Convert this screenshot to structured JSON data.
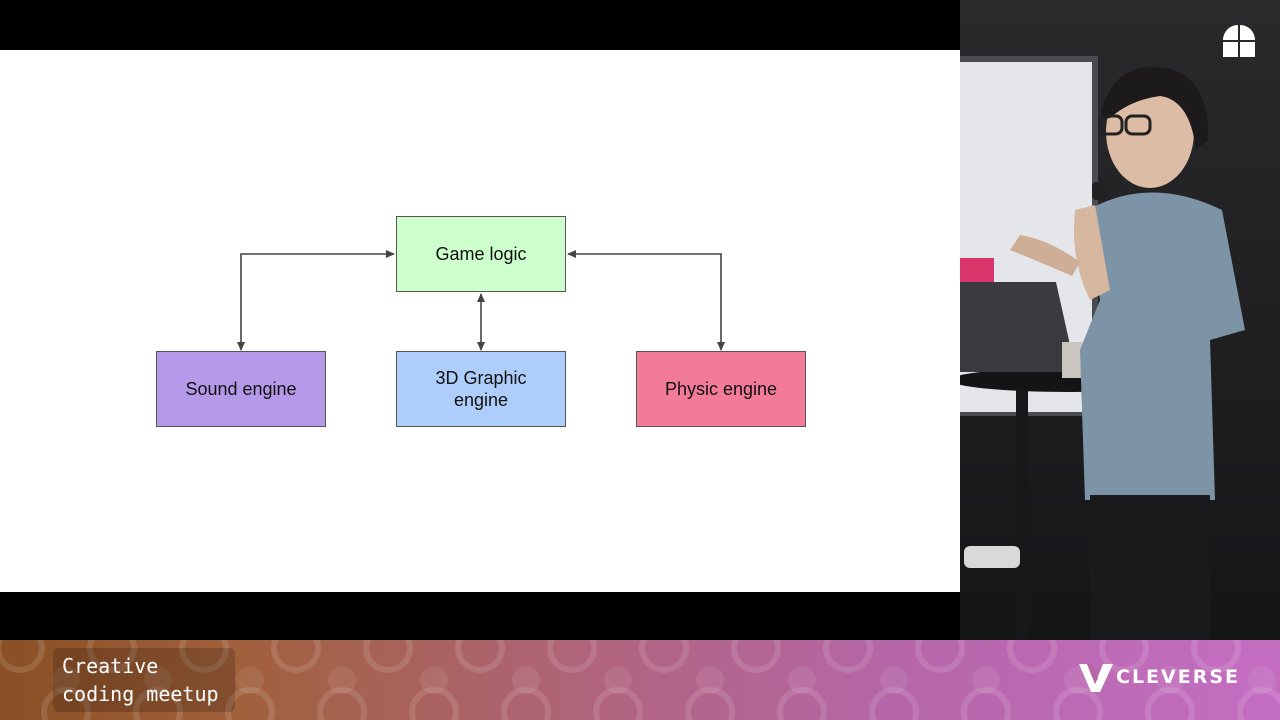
{
  "slide": {
    "nodes": {
      "game_logic": {
        "label": "Game logic",
        "color": "#ccffcc"
      },
      "sound_engine": {
        "label": "Sound engine",
        "color": "#b49ae8"
      },
      "graphic_engine": {
        "label": "3D Graphic\nengine",
        "color": "#aecdfb"
      },
      "physic_engine": {
        "label": "Physic engine",
        "color": "#f27b9a"
      }
    },
    "edges": [
      {
        "from": "sound_engine",
        "to": "game_logic",
        "bidirectional": true
      },
      {
        "from": "graphic_engine",
        "to": "game_logic",
        "bidirectional": true
      },
      {
        "from": "physic_engine",
        "to": "game_logic",
        "bidirectional": true
      }
    ],
    "arrow_color": "#444444"
  },
  "camera": {
    "description_icon": "presenter-video-feed",
    "corner_logo_icon": "quadrant-logo-icon"
  },
  "banner": {
    "event_title": "Creative\ncoding meetup",
    "brand_name": "CLEVERSE",
    "brand_icon": "cleverse-logo-icon",
    "gradient_colors": [
      "#8a4f24",
      "#b0647a",
      "#c46ec2"
    ]
  }
}
